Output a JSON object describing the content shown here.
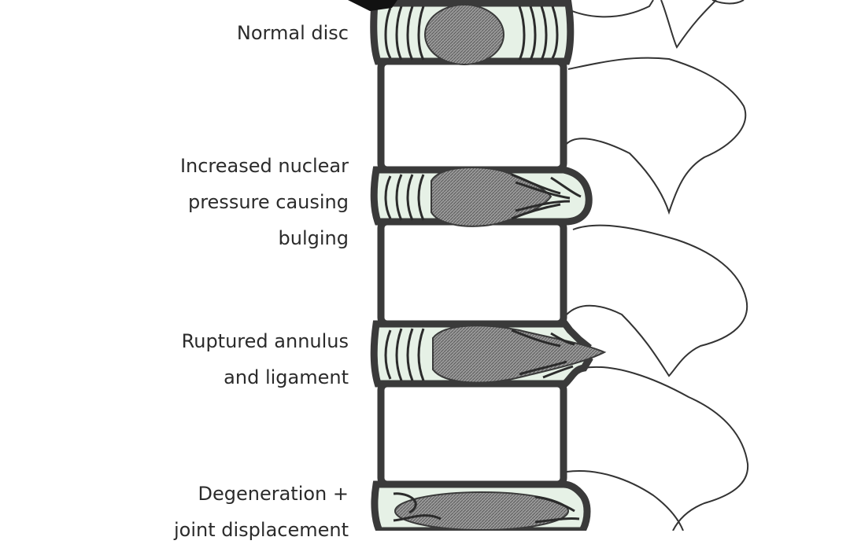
{
  "stages": [
    {
      "id": "normal",
      "label_lines": [
        "Normal disc"
      ]
    },
    {
      "id": "bulging",
      "label_lines": [
        "Increased nuclear",
        "pressure causing",
        "bulging"
      ]
    },
    {
      "id": "ruptured",
      "label_lines": [
        "Ruptured annulus",
        "and ligament"
      ]
    },
    {
      "id": "degeneration",
      "label_lines": [
        "Degeneration +",
        "joint displacement"
      ]
    }
  ],
  "colors": {
    "bone_outline": "#3a3a3a",
    "annulus_fill": "#e6f1e6",
    "nucleus_fill": "#8d8d8d",
    "process_line": "#333333",
    "text": "#2b2b2b"
  }
}
